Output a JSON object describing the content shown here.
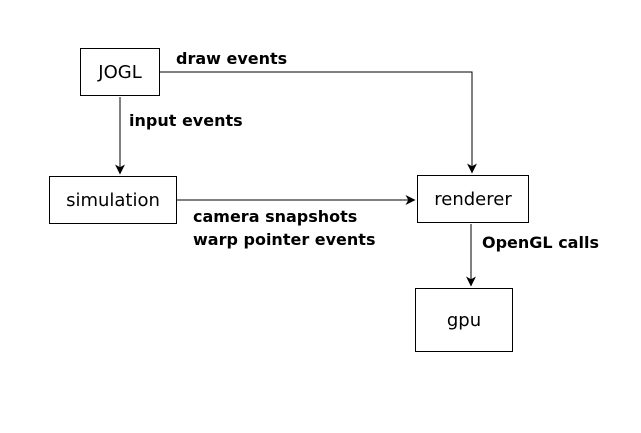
{
  "diagram": {
    "background_color": "#ffffff",
    "line_color": "#000000",
    "nodes": {
      "jogl": {
        "label": "JOGL"
      },
      "simulation": {
        "label": "simulation"
      },
      "renderer": {
        "label": "renderer"
      },
      "gpu": {
        "label": "gpu"
      }
    },
    "edges": {
      "jogl_to_renderer": {
        "label": "draw events"
      },
      "jogl_to_simulation": {
        "label": "input events"
      },
      "simulation_to_renderer": {
        "label_line1": "camera snapshots",
        "label_line2": "warp pointer events"
      },
      "renderer_to_gpu": {
        "label": "OpenGL calls"
      }
    }
  }
}
